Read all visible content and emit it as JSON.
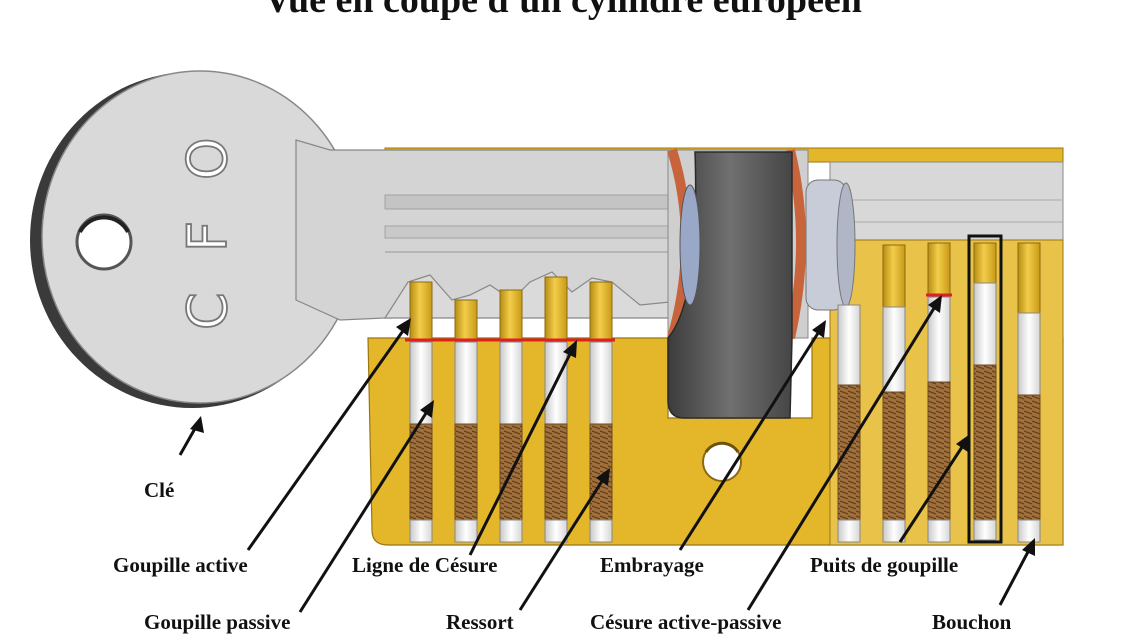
{
  "title": "Vue en coupe d'un cylindre européen",
  "key": {
    "engraving": [
      "O",
      "F",
      "C"
    ]
  },
  "labels": {
    "cle": "Clé",
    "goupille_active": "Goupille active",
    "goupille_passive": "Goupille passive",
    "ligne_cesure": "Ligne de Césure",
    "ressort": "Ressort",
    "embrayage": "Embrayage",
    "cesure_active_passive": "Césure active-passive",
    "puits_goupille": "Puits de goupille",
    "bouchon": "Bouchon"
  },
  "colors": {
    "brass": "#E4B72A",
    "brass_dark": "#B88C12",
    "steel": "#D6D6D6",
    "steel_dark": "#9C9C9C",
    "spring": "#8B5A2B",
    "shear_line": "#E02020",
    "copper": "#C8643C",
    "cam": "#555555"
  }
}
